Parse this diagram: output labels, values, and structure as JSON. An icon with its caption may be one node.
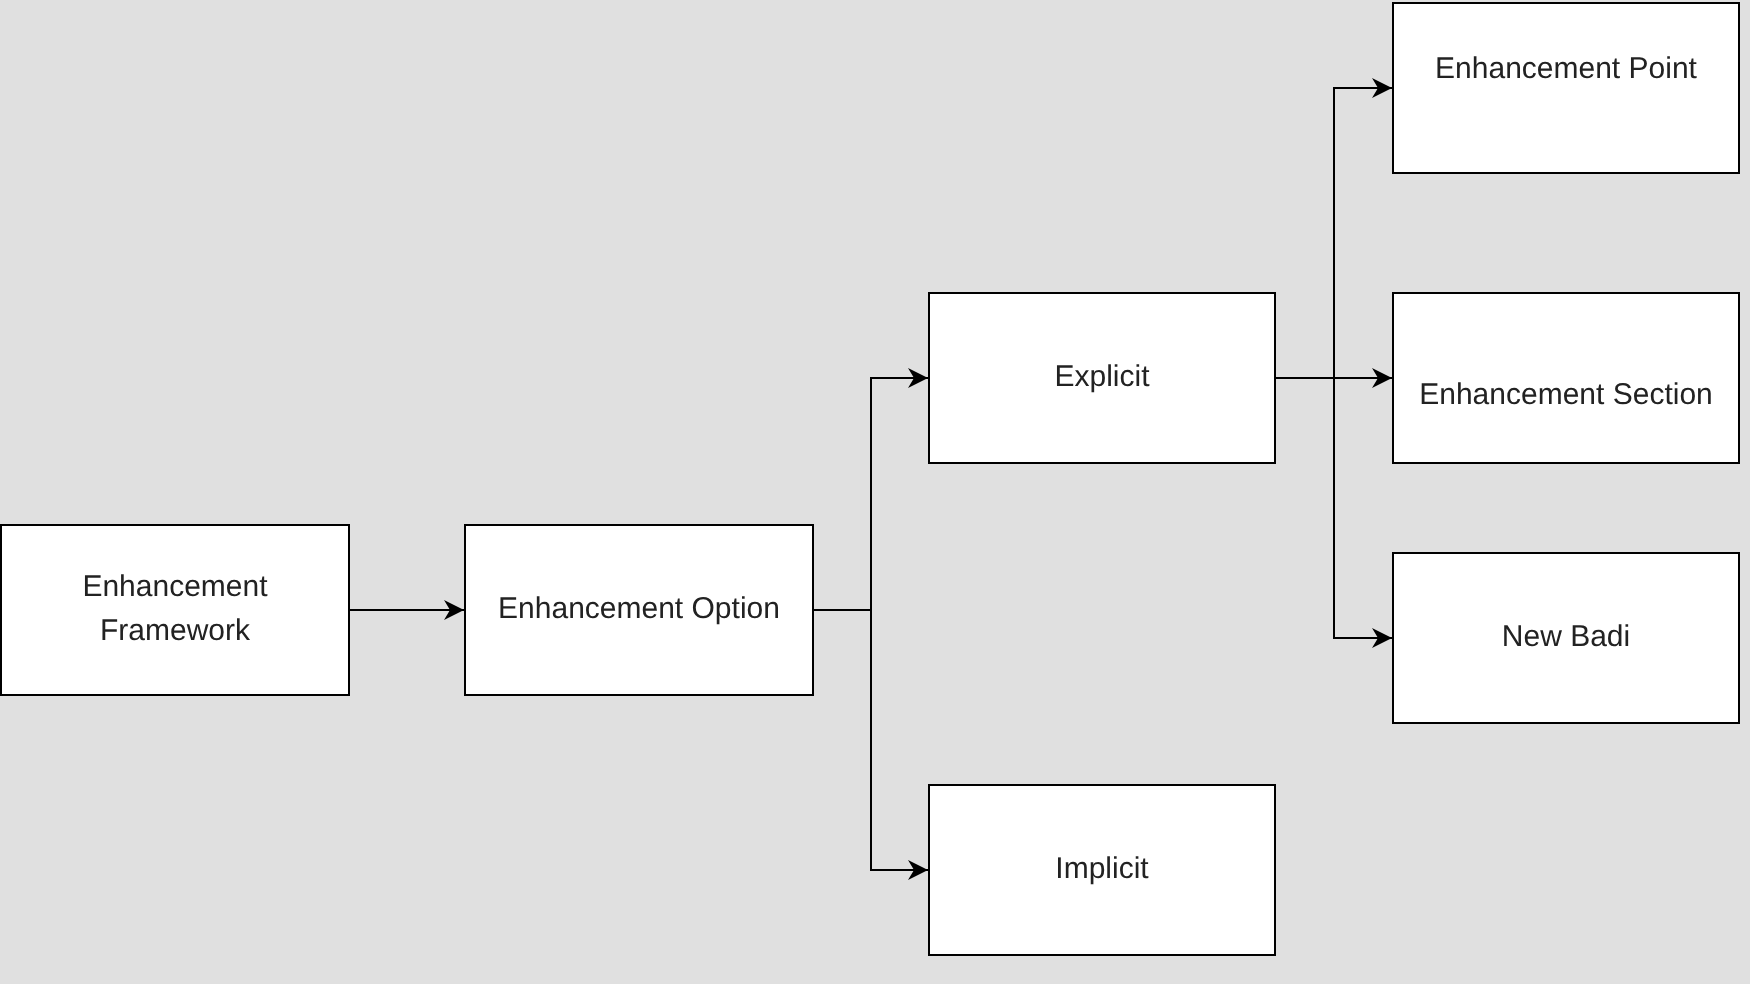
{
  "diagram": {
    "nodes": [
      {
        "text": [
          "Enhancement Framework"
        ]
      },
      {
        "text": [
          "Enhancement Option"
        ]
      },
      {
        "text": [
          "Explicit"
        ]
      },
      {
        "text": [
          "Implicit"
        ]
      },
      {
        "text": [
          "Enhancement Point"
        ]
      },
      {
        "text": [
          "Enhancement Section"
        ]
      },
      {
        "text": [
          "New Badi"
        ]
      }
    ],
    "edges": [
      {
        "from": 0,
        "to": 1,
        "arrow": "to"
      },
      {
        "from": 1,
        "to": 2,
        "arrow": "to"
      },
      {
        "from": 1,
        "to": 3,
        "arrow": "to"
      },
      {
        "from": 2,
        "to": 4,
        "arrow": "to"
      },
      {
        "from": 2,
        "to": 5,
        "arrow": "to"
      },
      {
        "from": 2,
        "to": 6,
        "arrow": "to"
      }
    ]
  }
}
